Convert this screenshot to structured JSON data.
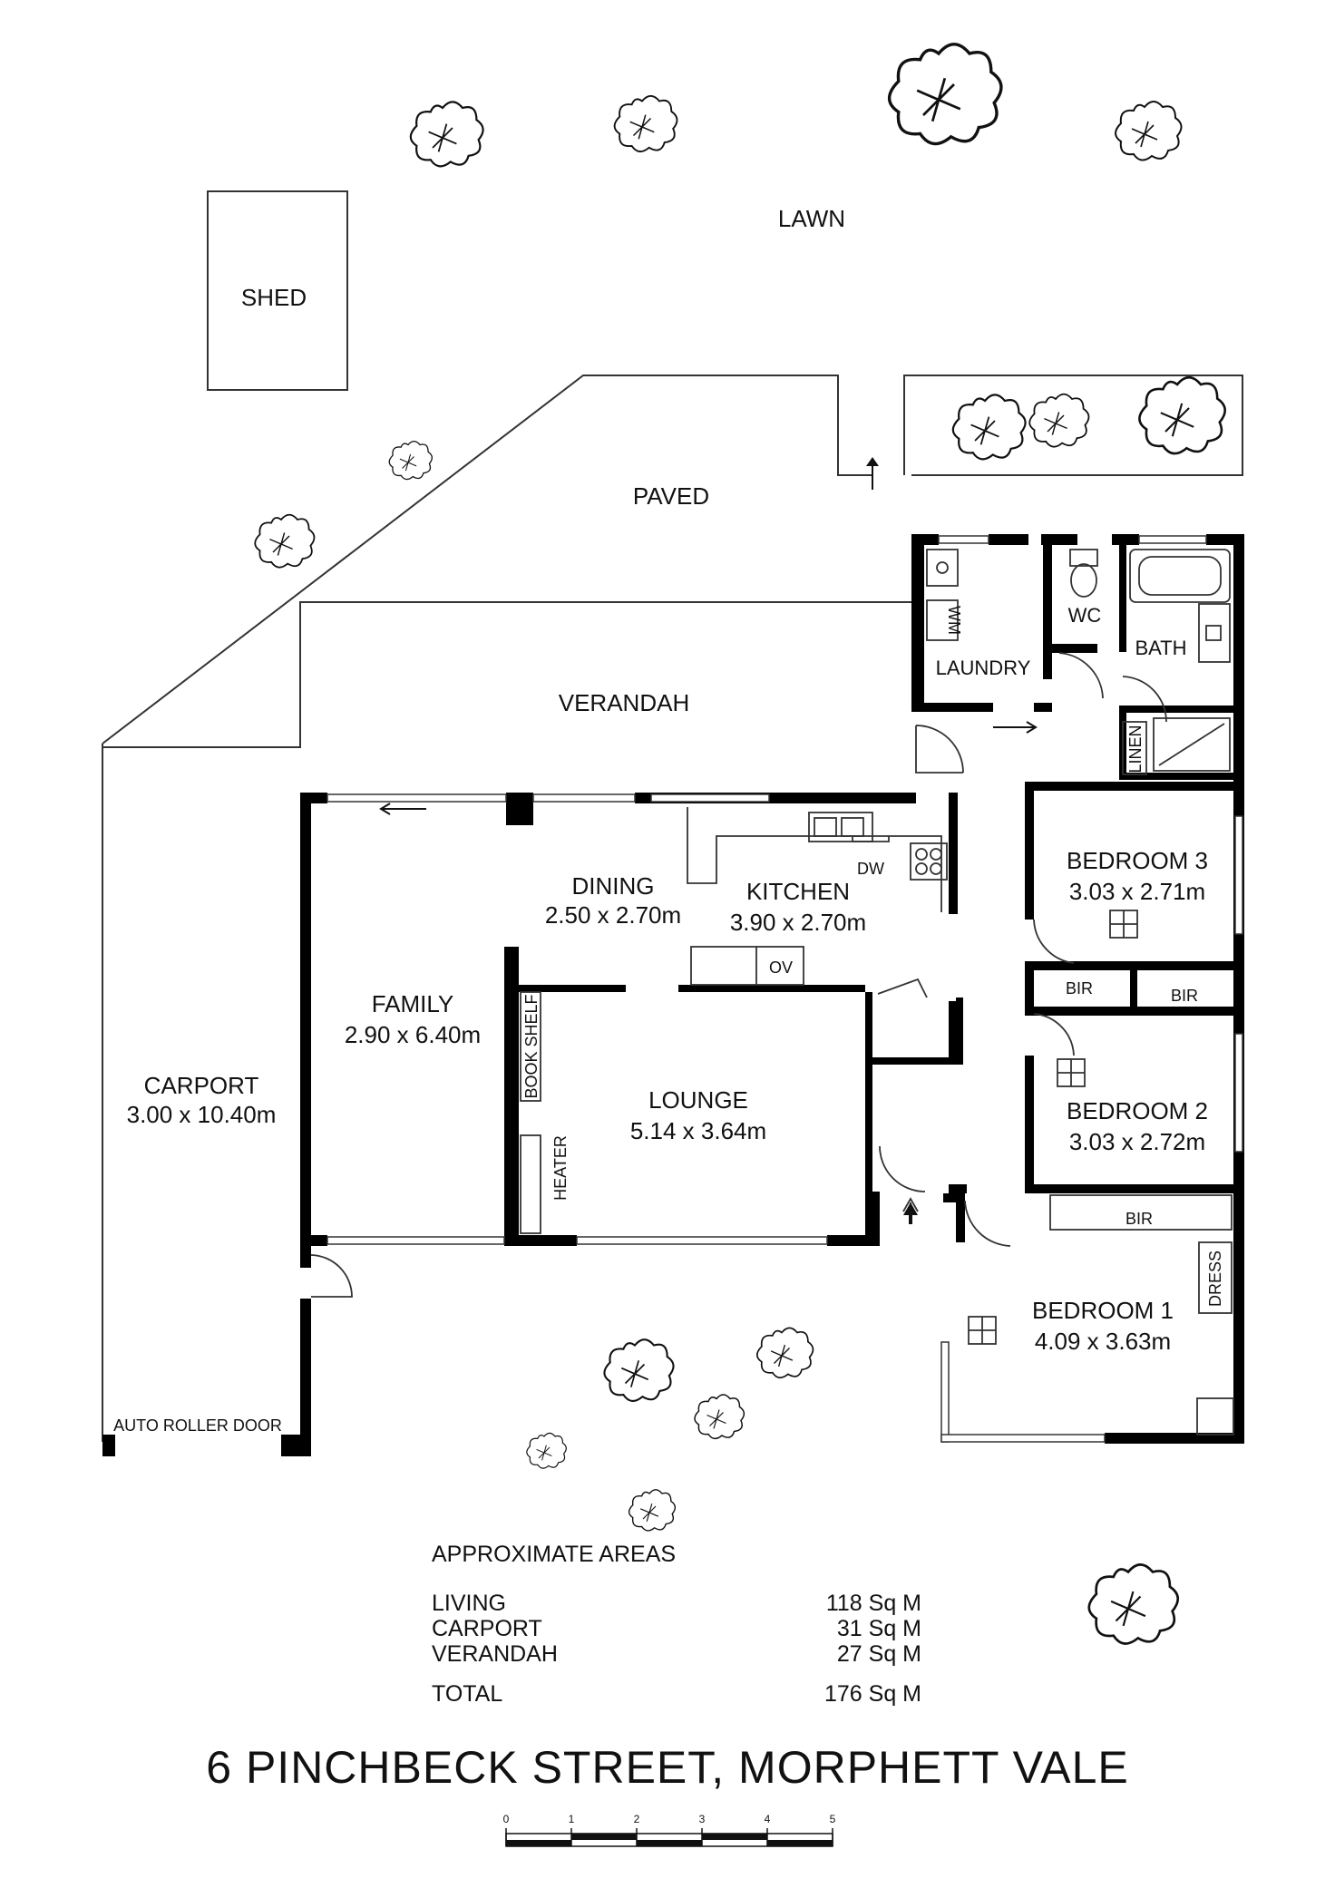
{
  "outdoor": {
    "lawn": "LAWN",
    "shed": "SHED",
    "paved": "PAVED",
    "verandah": "VERANDAH",
    "carport_name": "CARPORT",
    "carport_dims": "3.00 x 10.40m",
    "auto_roller_door": "AUTO ROLLER DOOR"
  },
  "rooms": {
    "laundry": "LAUNDRY",
    "wm": "WM",
    "wc": "WC",
    "bath": "BATH",
    "linen": "LINEN",
    "dining_name": "DINING",
    "dining_dims": "2.50 x 2.70m",
    "kitchen_name": "KITCHEN",
    "kitchen_dims": "3.90 x 2.70m",
    "dw": "DW",
    "ov": "OV",
    "family_name": "FAMILY",
    "family_dims": "2.90 x 6.40m",
    "book_shelf": "BOOK SHELF",
    "heater": "HEATER",
    "lounge_name": "LOUNGE",
    "lounge_dims": "5.14 x 3.64m",
    "bedroom3_name": "BEDROOM 3",
    "bedroom3_dims": "3.03 x 2.71m",
    "bir": "BIR",
    "bedroom2_name": "BEDROOM 2",
    "bedroom2_dims": "3.03 x 2.72m",
    "bedroom1_name": "BEDROOM 1",
    "bedroom1_dims": "4.09 x 3.63m",
    "dress": "DRESS"
  },
  "areas": {
    "heading": "APPROXIMATE AREAS",
    "rows": [
      {
        "label": "LIVING",
        "value": "118 Sq M"
      },
      {
        "label": "CARPORT",
        "value": "31 Sq M"
      },
      {
        "label": "VERANDAH",
        "value": "27 Sq M"
      }
    ],
    "total_label": "TOTAL",
    "total_value": "176 Sq M"
  },
  "address": "6 PINCHBECK STREET, MORPHETT VALE",
  "scale_ticks": [
    "0",
    "1",
    "2",
    "3",
    "4",
    "5"
  ]
}
